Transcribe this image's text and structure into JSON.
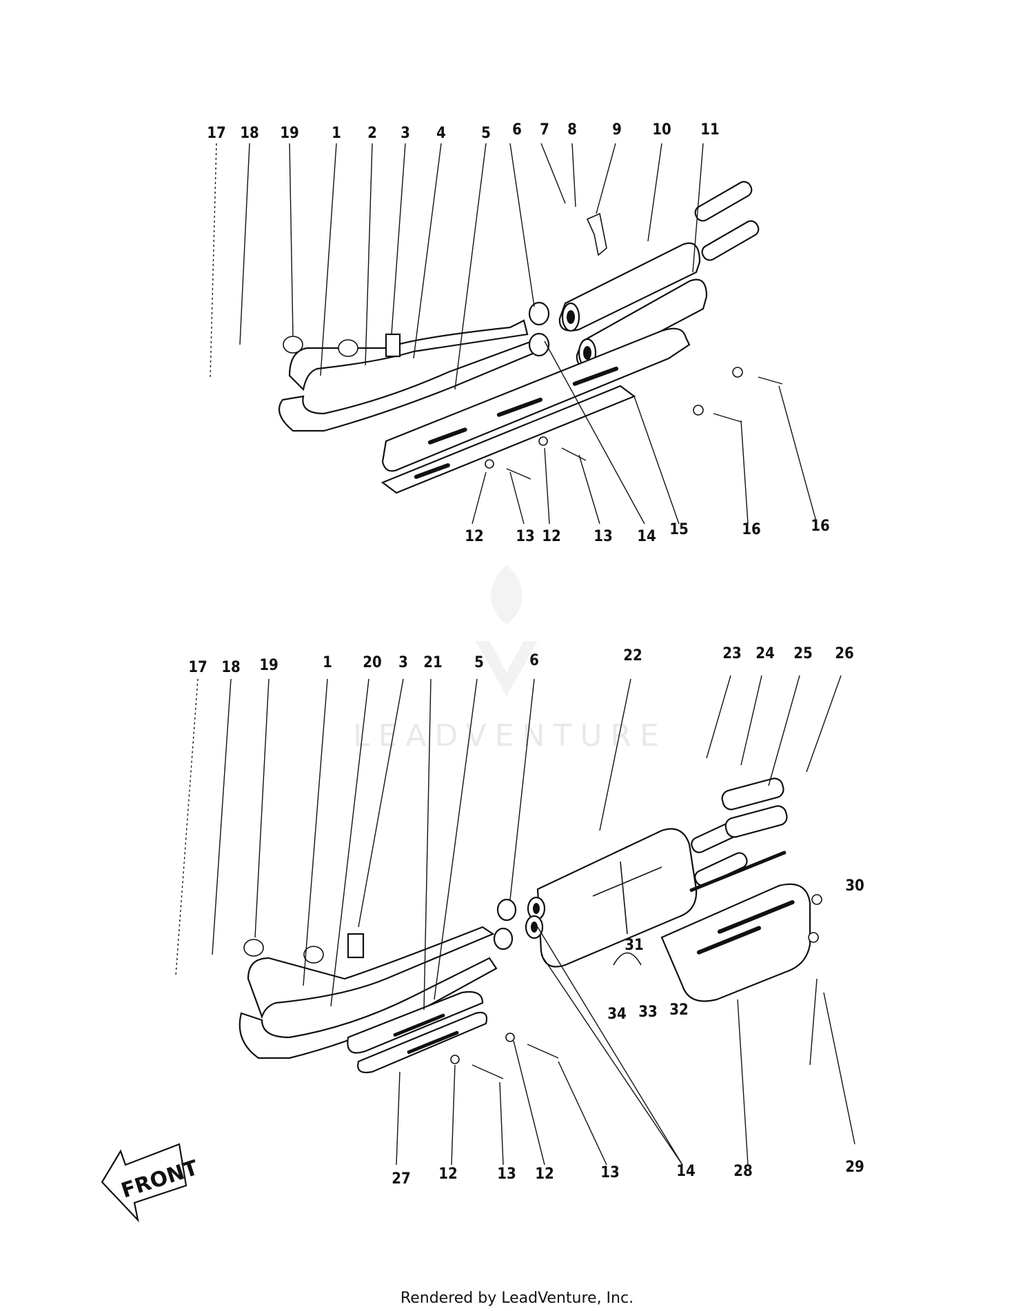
{
  "watermark": {
    "brand": "LEADVENTURE"
  },
  "footer": {
    "text": "Rendered by LeadVenture, Inc."
  },
  "direction_arrow": {
    "label": "FRONT"
  },
  "upper_assembly": {
    "callouts": [
      "17",
      "18",
      "19",
      "1",
      "2",
      "3",
      "4",
      "5",
      "6",
      "7",
      "8",
      "9",
      "10",
      "11",
      "12",
      "13",
      "12",
      "13",
      "14",
      "15",
      "16",
      "16"
    ]
  },
  "lower_assembly": {
    "callouts": [
      "17",
      "18",
      "19",
      "1",
      "20",
      "3",
      "21",
      "5",
      "6",
      "22",
      "23",
      "24",
      "25",
      "26",
      "30",
      "31",
      "34",
      "33",
      "32",
      "27",
      "12",
      "13",
      "12",
      "13",
      "14",
      "28",
      "29"
    ]
  }
}
